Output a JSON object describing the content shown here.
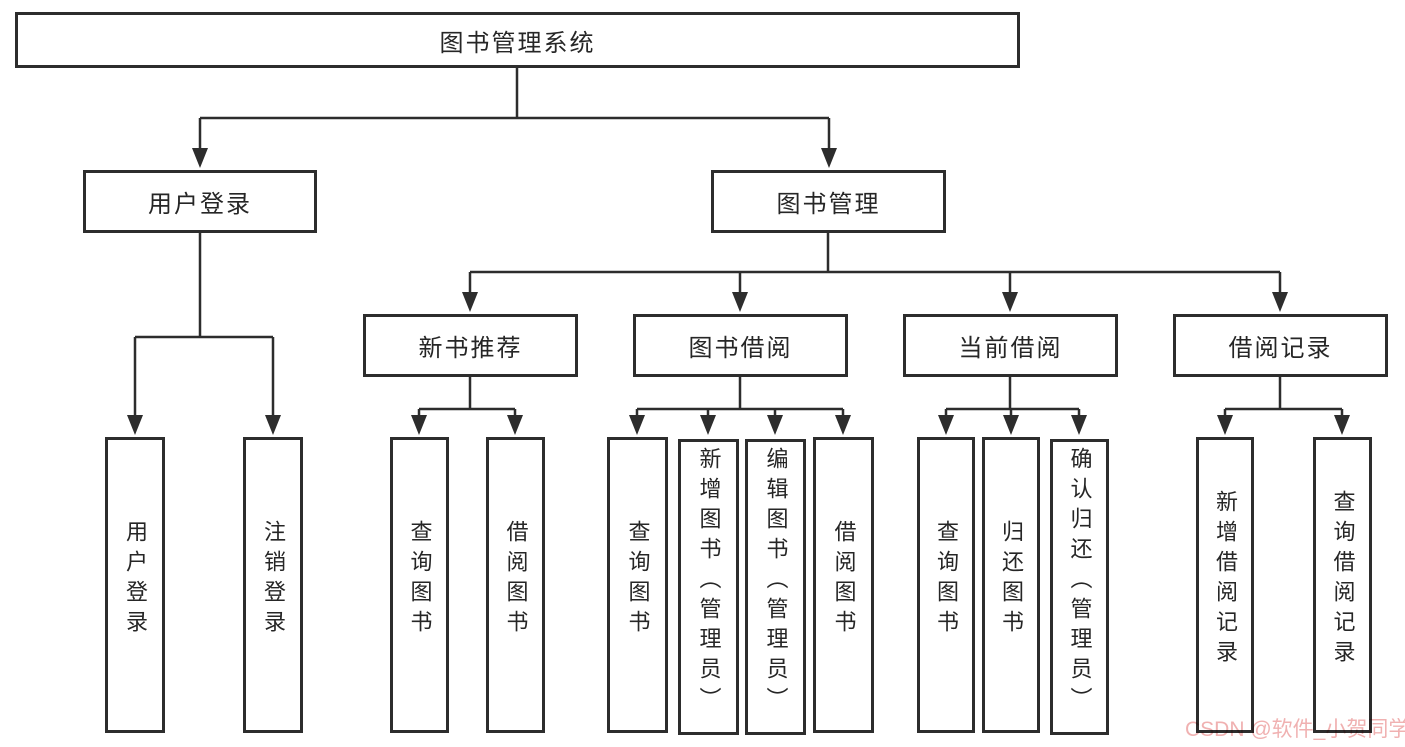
{
  "diagram": {
    "root": {
      "label": "图书管理系统"
    },
    "branches": [
      {
        "label": "用户登录",
        "children": [
          {
            "label": "用户登录"
          },
          {
            "label": "注销登录"
          }
        ]
      },
      {
        "label": "图书管理",
        "children": [
          {
            "label": "新书推荐",
            "children": [
              {
                "label": "查询图书"
              },
              {
                "label": "借阅图书"
              }
            ]
          },
          {
            "label": "图书借阅",
            "children": [
              {
                "label": "查询图书"
              },
              {
                "label": "新增图书（管理员）"
              },
              {
                "label": "编辑图书（管理员）"
              },
              {
                "label": "借阅图书"
              }
            ]
          },
          {
            "label": "当前借阅",
            "children": [
              {
                "label": "查询图书"
              },
              {
                "label": "归还图书"
              },
              {
                "label": "确认归还（管理员）"
              }
            ]
          },
          {
            "label": "借阅记录",
            "children": [
              {
                "label": "新增借阅记录"
              },
              {
                "label": "查询借阅记录"
              }
            ]
          }
        ]
      }
    ]
  },
  "watermark": {
    "text": "CSDN @软件_小贺同学"
  },
  "colors": {
    "line": "#2d2d2d",
    "box_background": "#ffffff",
    "text": "#262626",
    "watermark": "#f0b1b1"
  }
}
